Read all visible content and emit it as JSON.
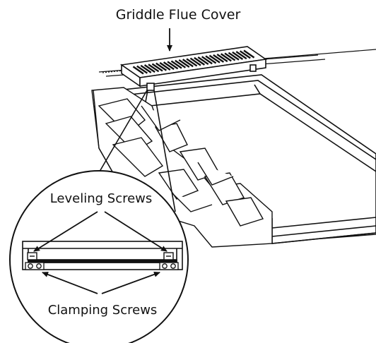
{
  "labels": {
    "flue_cover": "Griddle Flue Cover",
    "leveling": "Leveling Screws",
    "clamping": "Clamping Screws"
  },
  "colors": {
    "line": "#111111",
    "background": "#ffffff"
  }
}
